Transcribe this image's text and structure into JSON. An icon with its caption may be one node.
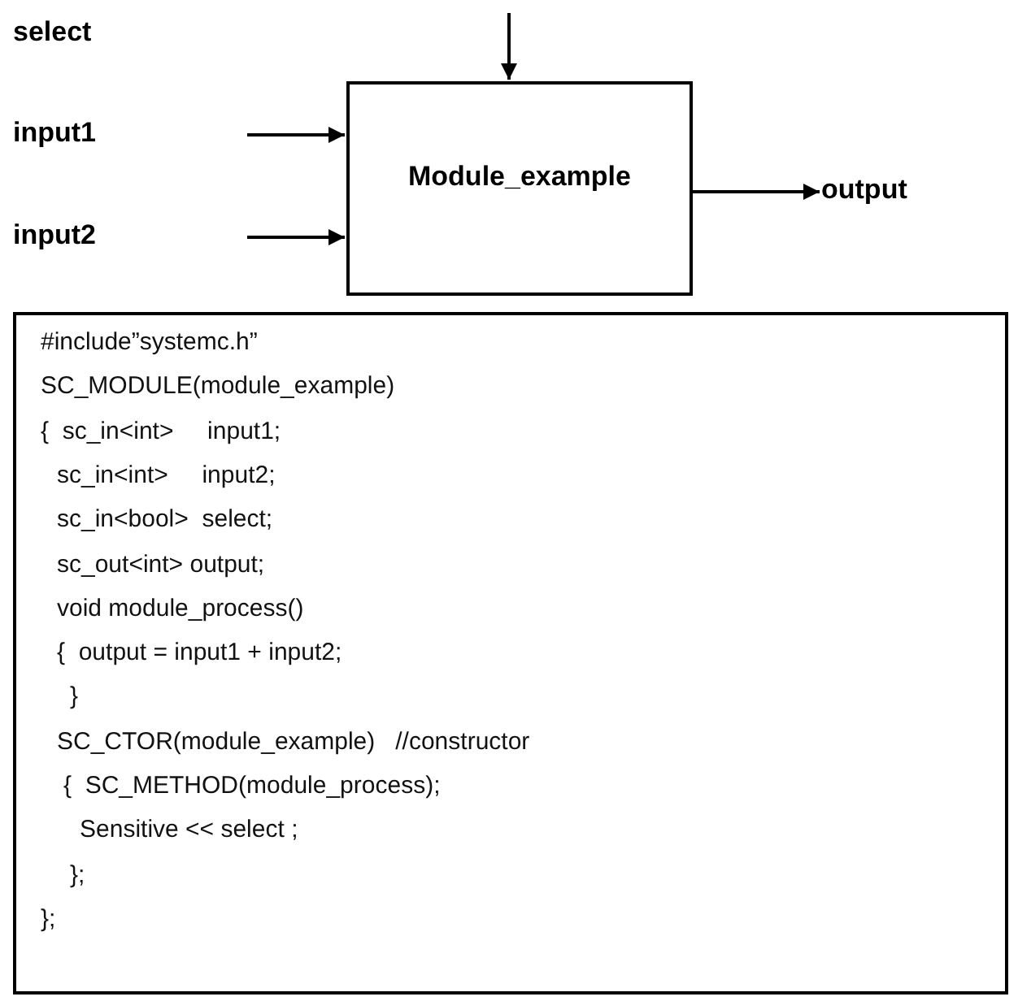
{
  "diagram": {
    "nodes": [
      {
        "text": [
          "Module_example"
        ]
      },
      {
        "text": [
          "output"
        ]
      },
      {
        "text": [
          "#include”systemc.h”",
          "SC_MODULE(module_example)",
          "{  sc_in<int>     input1;",
          "sc_in<int>     input2;",
          "sc_in<bool>  select;",
          "sc_out<int> output;",
          "void module_process()",
          "{  output = input1 + input2;",
          "}",
          "SC_CTOR(module_example)   //constructor",
          "{  SC_METHOD(module_process);",
          "Sensitive << select ;",
          "};",
          "};"
        ]
      }
    ],
    "edges": [
      {
        "from": null,
        "to": 0,
        "arrow": "to"
      },
      {
        "from": null,
        "to": 0,
        "arrow": "to"
      },
      {
        "from": null,
        "to": 0,
        "arrow": "to"
      },
      {
        "from": 0,
        "to": 1,
        "arrow": "to"
      }
    ],
    "labels": [
      "select",
      "input1",
      "input2"
    ]
  }
}
